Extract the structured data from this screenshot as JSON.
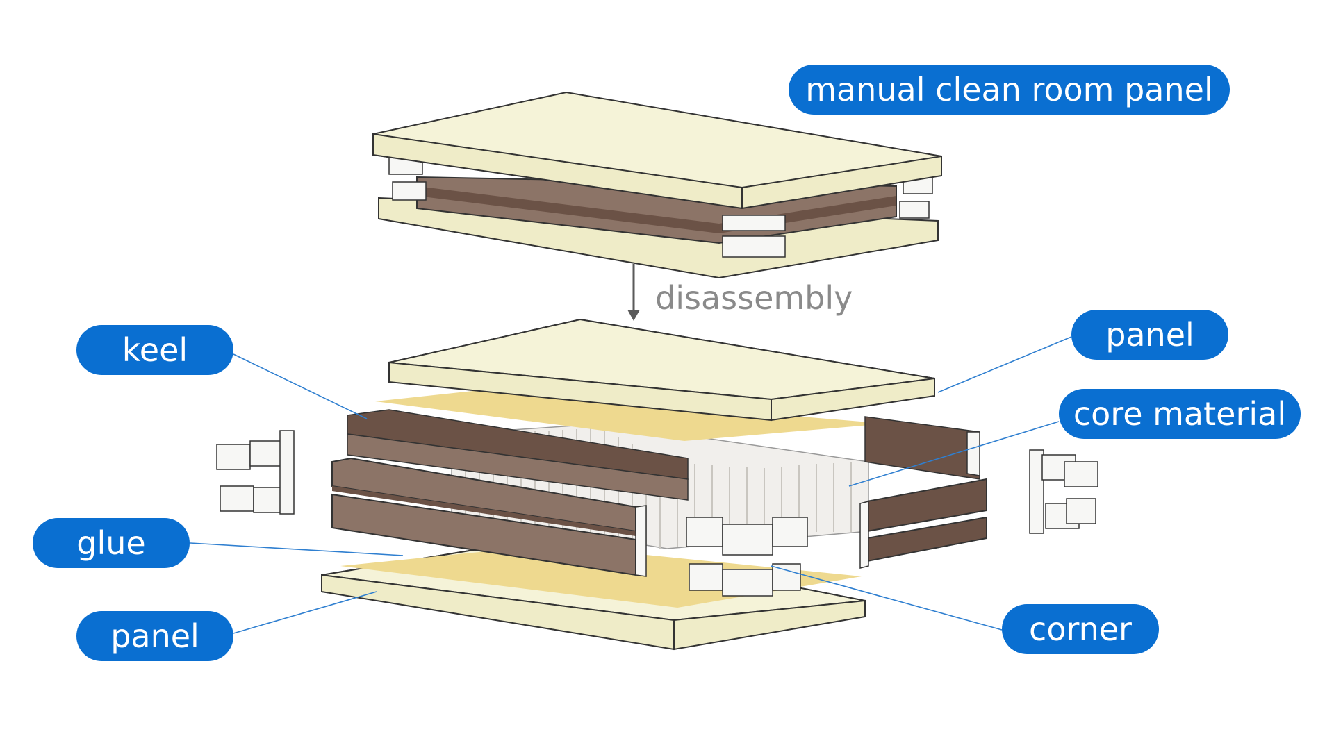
{
  "title_label": "manual clean room panel",
  "arrow_label": "disassembly",
  "labels": {
    "keel": "keel",
    "glue": "glue",
    "panel_bottom": "panel",
    "panel_top": "panel",
    "core_material": "core material",
    "corner": "corner"
  },
  "colors": {
    "label_bg": "#0a6fd1",
    "label_text": "#ffffff",
    "panel_face": "#f5f3d8",
    "panel_edge": "#efecc8",
    "keel": "#8c7467",
    "keel_dark": "#6b5246",
    "glue": "#eed98f",
    "core": "#f1efec",
    "corner": "#f7f7f5",
    "leader_line": "#2f7fd0",
    "arrow": "#5a5a5a",
    "caption_text": "#8a8a8a"
  }
}
